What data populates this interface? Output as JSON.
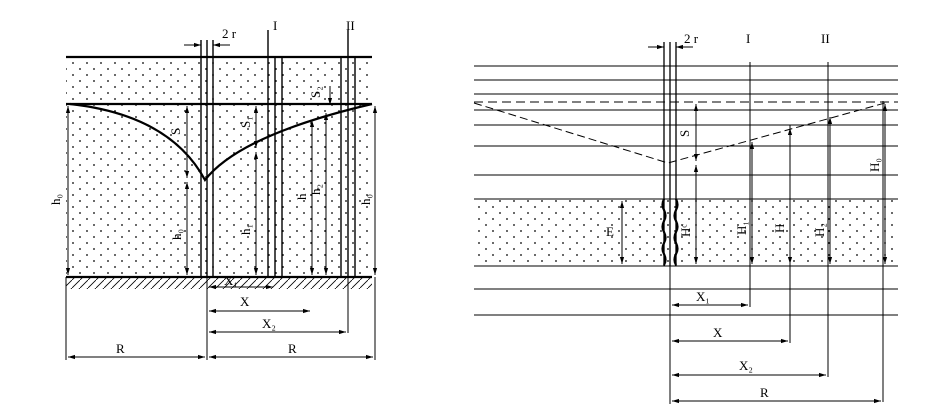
{
  "left_figure": {
    "labels": {
      "two_r": "2 r",
      "well_1": "I",
      "well_2": "II",
      "s": "S",
      "s1": "S₁",
      "s2": "S₂",
      "h0_left": "h₀",
      "h0_well": "h₀",
      "h": "h",
      "h1": "h₁",
      "h2": "h₂",
      "h0_right": "h₀",
      "x1": "X₁",
      "x": "X",
      "x2": "X₂",
      "r_left": "R",
      "r_right": "R"
    }
  },
  "right_figure": {
    "labels": {
      "two_r": "2 r",
      "well_1": "I",
      "well_2": "II",
      "s": "S",
      "e": "E",
      "hc": "Hᶜ",
      "h1": "H₁",
      "h": "H",
      "h2": "H₂",
      "h0": "H₀",
      "x1": "X₁",
      "x": "X",
      "x2": "X₂",
      "r": "R"
    }
  }
}
